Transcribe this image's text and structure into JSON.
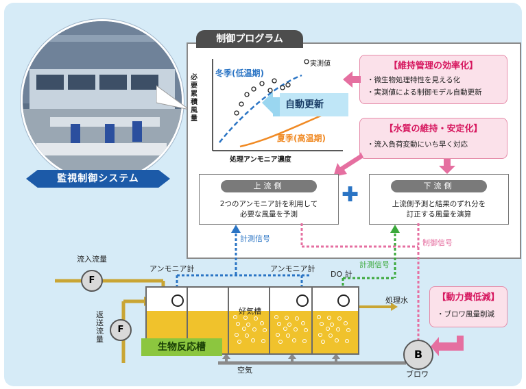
{
  "system_label": "監視制御システム",
  "program_title": "制御プログラム",
  "graph": {
    "ylabel": "必要累積風量",
    "xlabel": "処理アンモニア濃度",
    "legend_measured": "実測値",
    "winter_label": "冬季(低温期)",
    "summer_label": "夏季(高温期)",
    "auto_update": "自動更新"
  },
  "maintenance": {
    "title": "【維持管理の効率化】",
    "items": [
      "・微生物処理特性を見える化",
      "・実測値による制御モデル自動更新"
    ]
  },
  "quality": {
    "title": "【水質の維持・安定化】",
    "items": [
      "・流入負荷変動にいち早く対応"
    ]
  },
  "power": {
    "title": "【動力費低減】",
    "items": [
      "・ブロワ風量削減"
    ]
  },
  "upstream": {
    "label": "上流側",
    "text_line1": "2つのアンモニア計を利用して",
    "text_line2": "必要な風量を予測"
  },
  "downstream": {
    "label": "下流側",
    "text_line1": "上流側予測と結果のずれ分を",
    "text_line2": "訂正する風量を演算"
  },
  "plus_symbol": "✚",
  "signals": {
    "measure1": "計測信号",
    "measure2": "計測信号",
    "control": "制御信号"
  },
  "plant": {
    "inflow": "流入流量",
    "return_flow": "返送流量",
    "ammonia1": "アンモニア計",
    "ammonia2": "アンモニア計",
    "do_meter": "DO 計",
    "aerobic": "好気槽",
    "treated": "処理水",
    "air": "空気",
    "blower": "ブロワ",
    "bio_tank": "生物反応槽",
    "flow_meter_symbol": "F",
    "blower_symbol": "B"
  },
  "colors": {
    "blue_dashed": "#2a74c4",
    "pink_dashed": "#e56fa0",
    "green_dashed": "#3aa83a",
    "accent_pink": "#d6165e",
    "tank_water": "#f0c22c"
  }
}
